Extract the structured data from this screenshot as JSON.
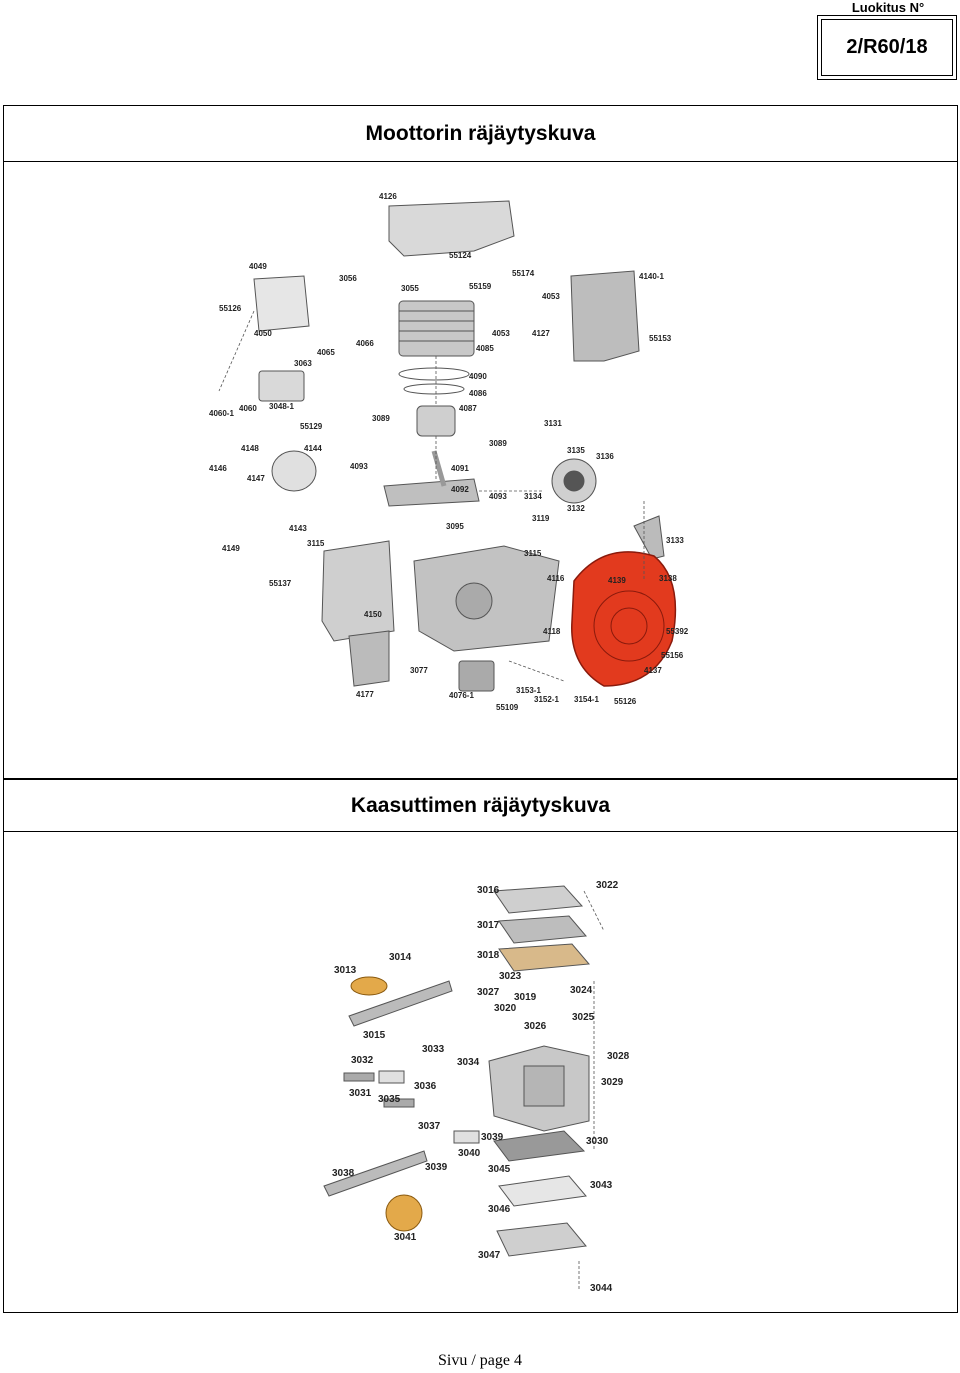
{
  "header": {
    "label": "Luokitus N°",
    "code": "2/R60/18"
  },
  "section1": {
    "title": "Moottorin räjäytyskuva",
    "part_numbers": [
      "4126",
      "55124",
      "4049",
      "3056",
      "3055",
      "55159",
      "55174",
      "4053",
      "4140-1",
      "55126",
      "4050",
      "4066",
      "4085",
      "4053",
      "4127",
      "55153",
      "4065",
      "3063",
      "4090",
      "4086",
      "4087",
      "4060-1",
      "4060",
      "3048-1",
      "55129",
      "3089",
      "3131",
      "4148",
      "4144",
      "4146",
      "4147",
      "3089",
      "4093",
      "4091",
      "4092",
      "3135",
      "3136",
      "4093",
      "3134",
      "3132",
      "3119",
      "3095",
      "4143",
      "3115",
      "4149",
      "55137",
      "3115",
      "4116",
      "4139",
      "3133",
      "3138",
      "4150",
      "4118",
      "55392",
      "55156",
      "4137",
      "4177",
      "3077",
      "4076-1",
      "3153-1",
      "3152-1",
      "3154-1",
      "55126",
      "55109"
    ]
  },
  "section2": {
    "title": "Kaasuttimen räjäytyskuva",
    "part_numbers": [
      "3016",
      "3022",
      "3017",
      "3018",
      "3014",
      "3013",
      "3023",
      "3027",
      "3024",
      "3019",
      "3020",
      "3026",
      "3025",
      "3015",
      "3033",
      "3028",
      "3032",
      "3034",
      "3029",
      "3031",
      "3036",
      "3035",
      "3037",
      "3039",
      "3030",
      "3040",
      "3038",
      "3039",
      "3045",
      "3043",
      "3046",
      "3041",
      "3047",
      "3044"
    ]
  },
  "footer": {
    "page": "Sivu / page 4"
  },
  "colors": {
    "highlight": "#e23a1e",
    "rule": "#000000"
  }
}
